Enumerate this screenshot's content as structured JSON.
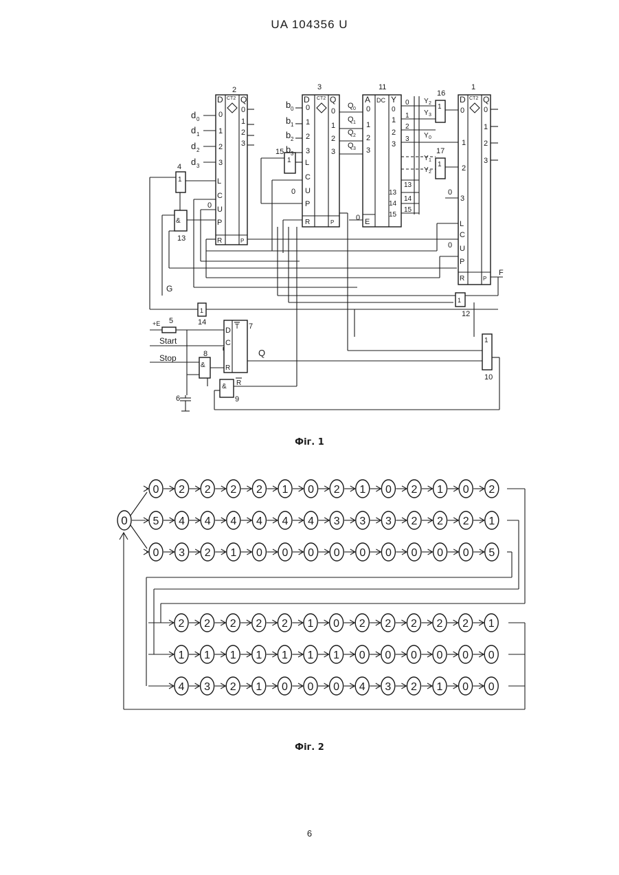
{
  "header": {
    "patent_number": "UA   104356   U"
  },
  "figure1": {
    "caption": "Фіг. 1",
    "labels": {
      "block_ids": [
        "2",
        "3",
        "11",
        "1",
        "4",
        "13",
        "15",
        "16",
        "17",
        "14",
        "5",
        "7",
        "8",
        "9",
        "6",
        "10",
        "12"
      ],
      "counter_kind": "CT2",
      "decoder_kind": "DC",
      "d_inputs": [
        "d0",
        "d1",
        "d2",
        "d3"
      ],
      "b_inputs": [
        "b0",
        "b1",
        "b2",
        "b3"
      ],
      "q_outputs": [
        "Q0",
        "Q1",
        "Q2",
        "Q3"
      ],
      "y_outputs": [
        "Y2",
        "Y3",
        "Y0",
        "Y1",
        "Y2"
      ],
      "signals": [
        "Start",
        "Stop",
        "G",
        "F",
        "Q",
        "+E",
        "R̄"
      ]
    }
  },
  "figure2": {
    "caption": "Фіг. 2",
    "start_state": "0",
    "rows": [
      [
        "0",
        "2",
        "2",
        "2",
        "2",
        "1",
        "0",
        "2",
        "1",
        "0",
        "2",
        "1",
        "0",
        "2"
      ],
      [
        "5",
        "4",
        "4",
        "4",
        "4",
        "4",
        "4",
        "3",
        "3",
        "3",
        "2",
        "2",
        "2",
        "1"
      ],
      [
        "0",
        "3",
        "2",
        "1",
        "0",
        "0",
        "0",
        "0",
        "0",
        "0",
        "0",
        "0",
        "0",
        "5"
      ],
      [
        "2",
        "2",
        "2",
        "2",
        "2",
        "1",
        "0",
        "2",
        "2",
        "2",
        "2",
        "2",
        "1"
      ],
      [
        "1",
        "1",
        "1",
        "1",
        "1",
        "1",
        "1",
        "0",
        "0",
        "0",
        "0",
        "0",
        "0"
      ],
      [
        "4",
        "3",
        "2",
        "1",
        "0",
        "0",
        "0",
        "4",
        "3",
        "2",
        "1",
        "0",
        "0"
      ]
    ]
  },
  "footer": {
    "page_number": "6"
  }
}
